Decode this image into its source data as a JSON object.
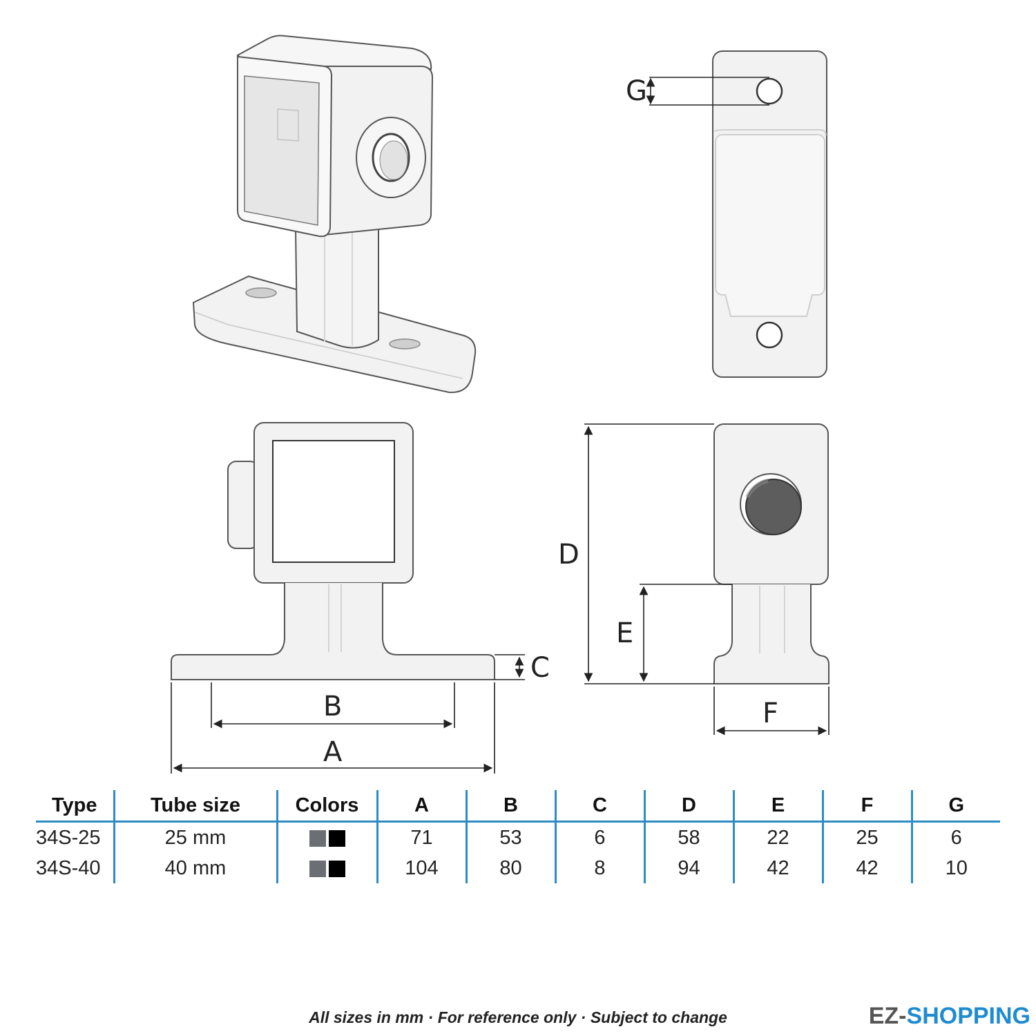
{
  "dimension_labels": {
    "A": "A",
    "B": "B",
    "C": "C",
    "D": "D",
    "E": "E",
    "F": "F",
    "G": "G"
  },
  "table": {
    "headers": [
      "Type",
      "Tube size",
      "Colors",
      "A",
      "B",
      "C",
      "D",
      "E",
      "F",
      "G"
    ],
    "rows": [
      {
        "type": "34S-25",
        "tube_size": "25 mm",
        "colors": [
          "#6b6f73",
          "#000000"
        ],
        "A": "71",
        "B": "53",
        "C": "6",
        "D": "58",
        "E": "22",
        "F": "25",
        "G": "6"
      },
      {
        "type": "34S-40",
        "tube_size": "40 mm",
        "colors": [
          "#6b6f73",
          "#000000"
        ],
        "A": "104",
        "B": "80",
        "C": "8",
        "D": "94",
        "E": "42",
        "F": "42",
        "G": "10"
      }
    ],
    "rule_color": "#2d8cc4"
  },
  "footer_note": "All sizes in mm · For reference only · Subject to change",
  "brand": {
    "part1": "EZ-",
    "part2": "SHOPPING",
    "accent": "#1f8bd0"
  }
}
